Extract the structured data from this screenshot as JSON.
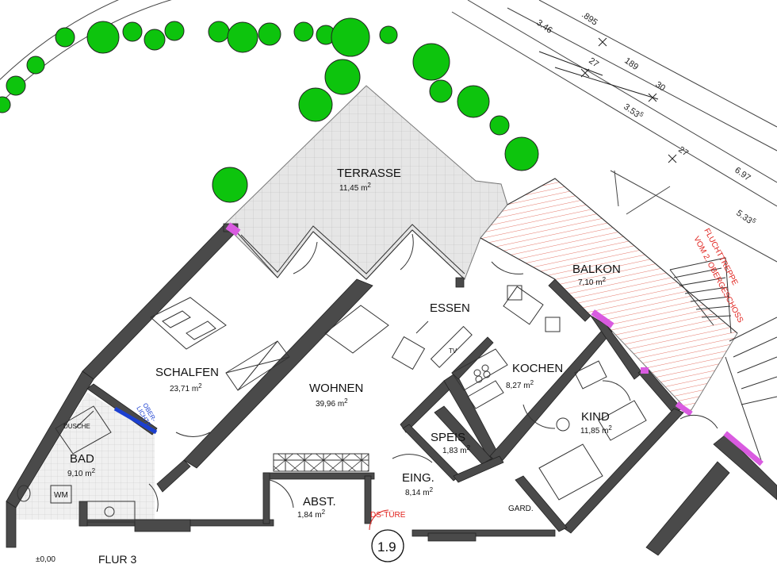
{
  "rooms": {
    "terrasse": {
      "name": "TERRASSE",
      "area_num": "11,45",
      "unit": "m",
      "sup": "2"
    },
    "balkon": {
      "name": "BALKON",
      "area_num": "7,10",
      "unit": "m",
      "sup": "2"
    },
    "essen": {
      "name": "ESSEN"
    },
    "schlafen": {
      "name": "SCHALFEN",
      "area_num": "23,71",
      "unit": "m",
      "sup": "2"
    },
    "wohnen": {
      "name": "WOHNEN",
      "area_num": "39,96",
      "unit": "m",
      "sup": "2"
    },
    "kochen": {
      "name": "KOCHEN",
      "area_num": "8,27",
      "unit": "m",
      "sup": "2"
    },
    "kind": {
      "name": "KIND",
      "area_num": "11,85",
      "unit": "m",
      "sup": "2"
    },
    "speis": {
      "name": "SPEIS",
      "area_num": "1,83",
      "unit": "m",
      "sup": "2"
    },
    "bad": {
      "name": "BAD",
      "area_num": "9,10",
      "unit": "m",
      "sup": "2"
    },
    "eing": {
      "name": "EING.",
      "area_num": "8,14",
      "unit": "m",
      "sup": "2"
    },
    "abst": {
      "name": "ABST.",
      "area_num": "1,84",
      "unit": "m",
      "sup": "2"
    },
    "gard": {
      "name": "GARD."
    }
  },
  "fixtures": {
    "dusche": "DUSCHE",
    "wm": "WM",
    "tv": "TV",
    "oberlichte_1": "OBER-",
    "oberlichte_2": "LICHTE"
  },
  "annotations": {
    "flucht_1": "FLUCHTTREPPE",
    "flucht_2": "VOM 2. OBERGESCHOSS",
    "ds_tuere": "DS-TÜRE",
    "unit_number": "1.9",
    "level": "±0,00",
    "floor": "FLUR 3"
  },
  "dimensions": {
    "d1": "3.46",
    "d2": ".895",
    "d3": "27",
    "d4": "189",
    "d5": "30",
    "d6": "3.53",
    "d6_sup": "5",
    "d7": "27",
    "d8": "6.97",
    "d9": "5.33",
    "d9_sup": "5"
  },
  "colors": {
    "wall": "#4a4a4a",
    "tree": "#0dc40d",
    "terrace_fill": "#e4e4e4",
    "balcony_lines": "#e36a5a",
    "door_tag": "#d95be0",
    "ds_red": "#e0201b",
    "oberlichte_blue": "#1b3fd0"
  }
}
